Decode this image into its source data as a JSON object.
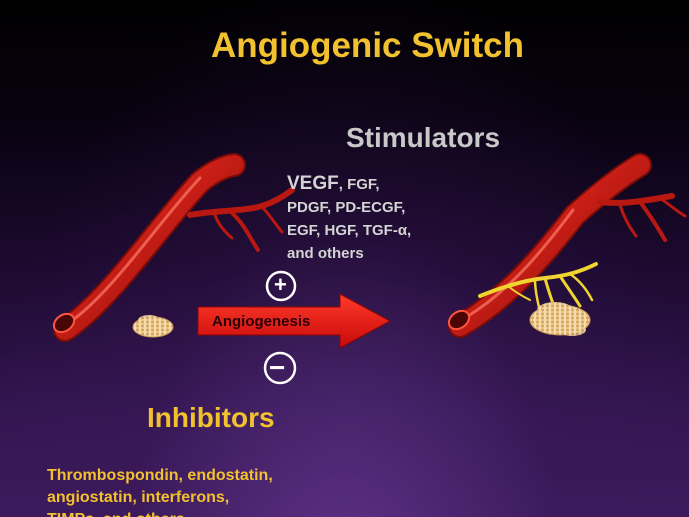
{
  "slide": {
    "title": "Angiogenic Switch",
    "stimulators": {
      "heading": "Stimulators",
      "primary_factor": "VEGF",
      "line1_rest": ", FGF,",
      "line2": "PDGF, PD-ECGF,",
      "line3": "EGF, HGF, TGF-α,",
      "line4": "and others"
    },
    "inhibitors": {
      "heading": "Inhibitors",
      "line1": "Thrombospondin, endostatin,",
      "line2": "angiostatin, interferons,",
      "line3": "TIMPs, and others"
    },
    "process_arrow": {
      "label": "Angiogenesis"
    },
    "signs": {
      "plus": "+",
      "minus": "−"
    },
    "icons": [
      "plus-circle-icon",
      "minus-circle-icon",
      "blood-vessel-icon",
      "tumor-cell-cluster-icon"
    ],
    "colors": {
      "title": "#f2c12e",
      "stimulator_text": "#d4d4d4",
      "inhibitor_text": "#f2c12e",
      "vessel": "#c81e16",
      "arrow": "#e01515",
      "new_capillaries": "#f0d530",
      "tumor": "#f0d0a0"
    }
  }
}
